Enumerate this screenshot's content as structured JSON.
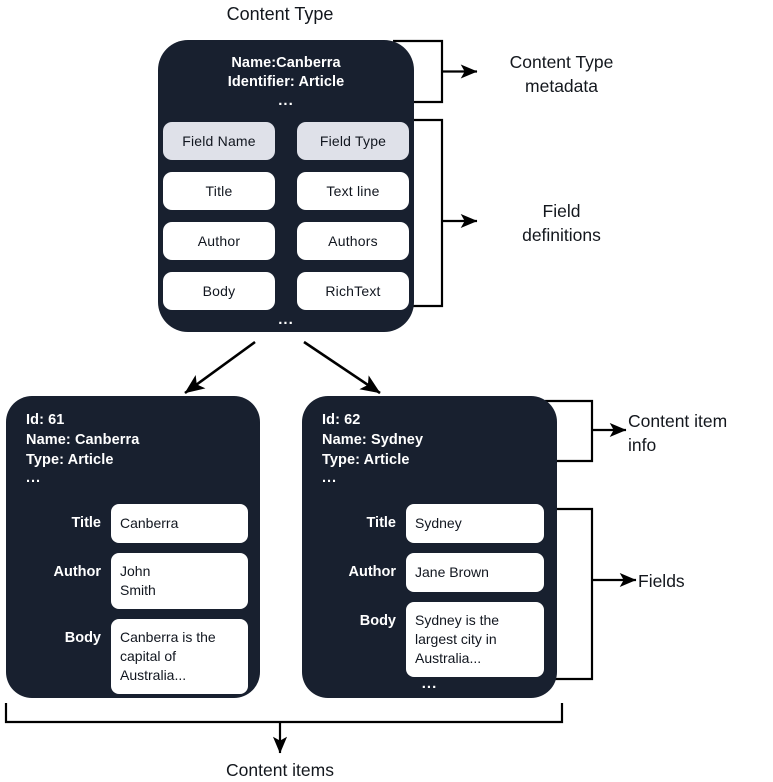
{
  "diagram": {
    "title": "Content Type",
    "bottom_label": "Content items",
    "colors": {
      "card_bg": "#18202f",
      "header_cell_bg": "#dfe1e9",
      "cell_bg": "#ffffff",
      "text_light": "#ffffff",
      "text_dark": "#11161f",
      "stroke": "#000000",
      "page_bg": "#ffffff"
    }
  },
  "content_type": {
    "metadata": {
      "name_line": "Name:Canberra",
      "identifier_line": "Identifier: Article",
      "ellipsis": "..."
    },
    "field_table": {
      "headers": [
        "Field Name",
        "Field Type"
      ],
      "rows": [
        [
          "Title",
          "Text line"
        ],
        [
          "Author",
          "Authors"
        ],
        [
          "Body",
          "RichText"
        ]
      ],
      "ellipsis": "..."
    }
  },
  "content_items": [
    {
      "info": {
        "id_line": "Id: 61",
        "name_line": "Name: Canberra",
        "type_line": "Type: Article",
        "ellipsis": "..."
      },
      "fields": [
        {
          "label": "Title",
          "value": "Canberra"
        },
        {
          "label": "Author",
          "value": "John\nSmith"
        },
        {
          "label": "Body",
          "value": "Canberra is the\ncapital of\nAustralia..."
        }
      ],
      "ellipsis": "..."
    },
    {
      "info": {
        "id_line": "Id: 62",
        "name_line": "Name: Sydney",
        "type_line": "Type: Article",
        "ellipsis": "..."
      },
      "fields": [
        {
          "label": "Title",
          "value": "Sydney"
        },
        {
          "label": "Author",
          "value": "Jane Brown"
        },
        {
          "label": "Body",
          "value": "Sydney is the\nlargest city in\nAustralia..."
        }
      ],
      "ellipsis": "..."
    }
  ],
  "annotations": {
    "content_type_metadata": "Content Type\nmetadata",
    "field_definitions": "Field\ndefinitions",
    "content_item_info": "Content item\ninfo",
    "fields": "Fields"
  }
}
